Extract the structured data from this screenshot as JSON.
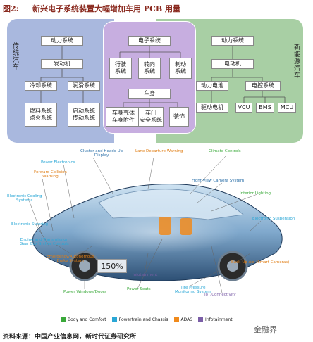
{
  "header": {
    "fig_num": "图2:",
    "title": "新兴电子系统装置大幅增加车用 PCB 用量"
  },
  "labels": {
    "traditional": "传统汽车",
    "new_energy": "新能源汽车"
  },
  "left": {
    "power_system": "动力系统",
    "engine": "发动机",
    "cooling": "冷却系统",
    "lubrication": "润滑系统",
    "fuel_ignition": "燃料系统\n点火系统",
    "start_drive": "启动系统\n传动系统"
  },
  "mid": {
    "electronic_system": "电子系统",
    "driving": "行驶\n系统",
    "steering": "转向\n系统",
    "braking": "制动\n系统",
    "body": "车身",
    "body_parts": "车身壳体\n车身附件",
    "door_safety": "车门\n安全系统",
    "decoration": "装饰"
  },
  "right": {
    "power_system": "动力系统",
    "motor": "电动机",
    "battery": "动力电池",
    "ecu": "电控系统",
    "drive_motor": "驱动电机",
    "vcu": "VCU",
    "bms": "BMS",
    "mcu": "MCU"
  },
  "car": {
    "percent": "150%",
    "callouts": {
      "cluster": "Cluster and Heads-Up\nDisplay",
      "lane": "Lane Departure Warning",
      "climate": "Climate Controls",
      "power_electronics": "Power Electronics",
      "collision": "Forward Collision\nWarning",
      "front_camera": "Front-View Camera System",
      "interior": "Interior Lighting",
      "cooling": "Electronic Cooling\nSystems",
      "suspension": "Electronic Suspension",
      "steering": "Electronic Steering",
      "transmission": "Engine and Transmission\nGear Box Shifter Controls",
      "brake": "Emergency/Autonomous\nBrake System",
      "infotainment": "Infotainment",
      "backup": "Back-Up Aid (Smart Cameras)",
      "windows": "Power Windows/Doors",
      "seats": "Power Seats",
      "tire": "Tire Pressure\nMonitoring System",
      "iot": "IoT/Connectivity"
    }
  },
  "legend": [
    {
      "label": "Body and Comfort",
      "color": "#3aa93a"
    },
    {
      "label": "Powertrain and Chassis",
      "color": "#2aa7d6"
    },
    {
      "label": "ADAS",
      "color": "#f08a1c"
    },
    {
      "label": "Infotainment",
      "color": "#7b5ea7"
    }
  ],
  "footer": {
    "source": "资料来源：中国产业信息网，新时代证券研究所",
    "watermark": "金融界"
  }
}
